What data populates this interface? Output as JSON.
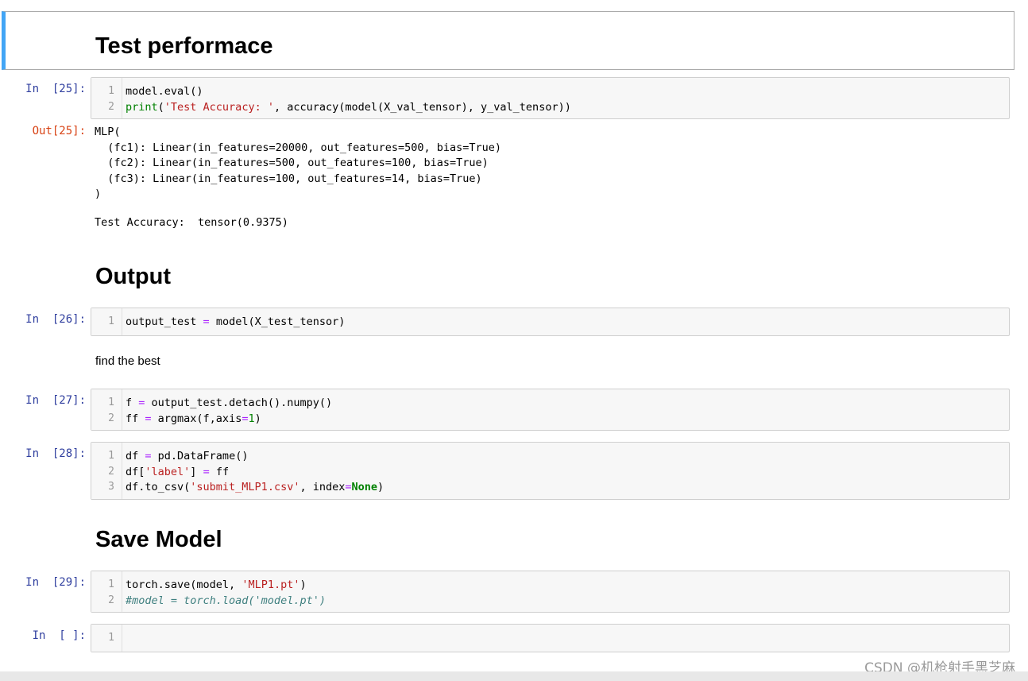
{
  "cells": {
    "md_test": {
      "heading": "Test performace"
    },
    "c25": {
      "prompt": "In  [25]:",
      "lines": [
        "1",
        "2"
      ],
      "code1": "model.eval()",
      "code2_kw": "print",
      "code2_a": "(",
      "code2_str": "'Test Accuracy: '",
      "code2_b": ", accuracy(model(X_val_tensor), y_val_tensor))",
      "out_prompt": "Out[25]:",
      "output": "MLP(\n  (fc1): Linear(in_features=20000, out_features=500, bias=True)\n  (fc2): Linear(in_features=500, out_features=100, bias=True)\n  (fc3): Linear(in_features=100, out_features=14, bias=True)\n)",
      "stdout": "Test Accuracy:  tensor(0.9375)"
    },
    "md_output": {
      "heading": "Output"
    },
    "c26": {
      "prompt": "In  [26]:",
      "line": "1",
      "code_a": "output_test ",
      "code_op": "=",
      "code_b": " model(X_test_tensor)"
    },
    "md_find": {
      "text": "find the best"
    },
    "c27": {
      "prompt": "In  [27]:",
      "l1": "1",
      "l2": "2",
      "c1a": "f ",
      "c1op": "=",
      "c1b": " output_test.detach().numpy()",
      "c2a": "ff ",
      "c2op": "=",
      "c2b": " argmax(f,axis",
      "c2op2": "=",
      "c2num": "1",
      "c2c": ")"
    },
    "c28": {
      "prompt": "In  [28]:",
      "l1": "1",
      "l2": "2",
      "l3": "3",
      "c1a": "df ",
      "c1op": "=",
      "c1b": " pd.DataFrame()",
      "c2a": "df[",
      "c2str": "'label'",
      "c2b": "] ",
      "c2op": "=",
      "c2c": " ff",
      "c3a": "df.to_csv(",
      "c3str": "'submit_MLP1.csv'",
      "c3b": ", index",
      "c3op": "=",
      "c3kw": "None",
      "c3c": ")"
    },
    "md_save": {
      "heading": "Save Model"
    },
    "c29": {
      "prompt": "In  [29]:",
      "l1": "1",
      "l2": "2",
      "c1a": "torch.save(model, ",
      "c1str": "'MLP1.pt'",
      "c1b": ")",
      "c2cmt": "#model = torch.load('model.pt')"
    },
    "c_empty": {
      "prompt": "In  [ ]:",
      "line": "1"
    }
  },
  "watermark": "CSDN @机枪射手黑芝麻",
  "colors": {
    "selected_border": "#42a5f5",
    "in_prompt": "#303f9f",
    "out_prompt": "#d84315",
    "keyword": "#008000",
    "string": "#ba2121",
    "operator": "#aa22ff",
    "comment": "#408080"
  }
}
